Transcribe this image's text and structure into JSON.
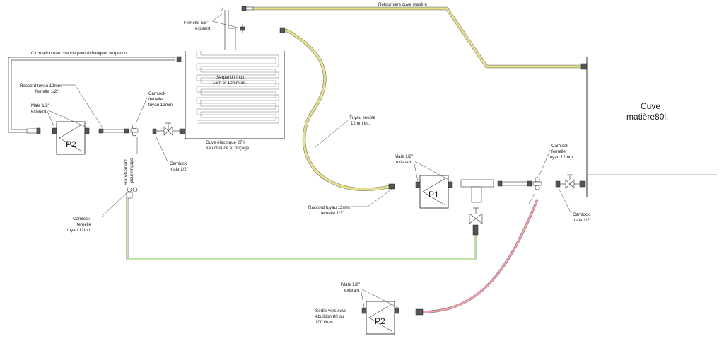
{
  "labels": {
    "retour": "Retour vers cuve matière",
    "femelle_58_line1": "Femelle 5/8\"",
    "femelle_58_line2": "existant",
    "circulation": "Circulation eau chaude pour échangeur serpentin",
    "serpentin_line1": "Serpentin inox",
    "serpentin_line2": "16m et 10mm int.",
    "raccord_top_line1": "Raccord tuyau 12mm",
    "raccord_top_line2": "femelle 1/2\"",
    "camlock_top_line1": "Camlock",
    "camlock_top_line2": "femelle",
    "camlock_top_line3": "tuyau 12mm",
    "male_left_line1": "Male 1/2\"",
    "male_left_line2": "existant",
    "cuve_elec_line1": "Cuve électrique 27 l.",
    "cuve_elec_line2": "eau chaude et rinçage",
    "camlock_male_left_line1": "Camlock",
    "camlock_male_left_line2": "male 1/2\"",
    "branchement_line1": "Branchement",
    "branchement_line2": "pour rinçage",
    "camlock_left_bot_line1": "Camlock",
    "camlock_left_bot_line2": "femelle",
    "camlock_left_bot_line3": "tuyau 12mm",
    "tuyau_souple_line1": "Tuyau souple",
    "tuyau_souple_line2": "12mm int.",
    "male_p1_line1": "Male 1/2\"",
    "male_p1_line2": "existant",
    "raccord_bot_line1": "Raccord tuyau 12mm",
    "raccord_bot_line2": "femelle 1/2\"",
    "camlock_right_line1": "Camlock",
    "camlock_right_line2": "femelle",
    "camlock_right_line3": "tuyau 12mm",
    "camlock_male_right_line1": "Camlock",
    "camlock_male_right_line2": "male 1/2\"",
    "cuve_matiere_line1": "Cuve",
    "cuve_matiere_line2": "matière80l.",
    "male_p2b_line1": "Male 1/2\"",
    "male_p2b_line2": "existant",
    "sortie_line1": "Sortie vers cuve",
    "sortie_line2": "ébulition 80 ou",
    "sortie_line3": "100 litres"
  },
  "pumps": {
    "p2_top": "P2",
    "p1": "P1",
    "p2_bottom": "P2"
  }
}
